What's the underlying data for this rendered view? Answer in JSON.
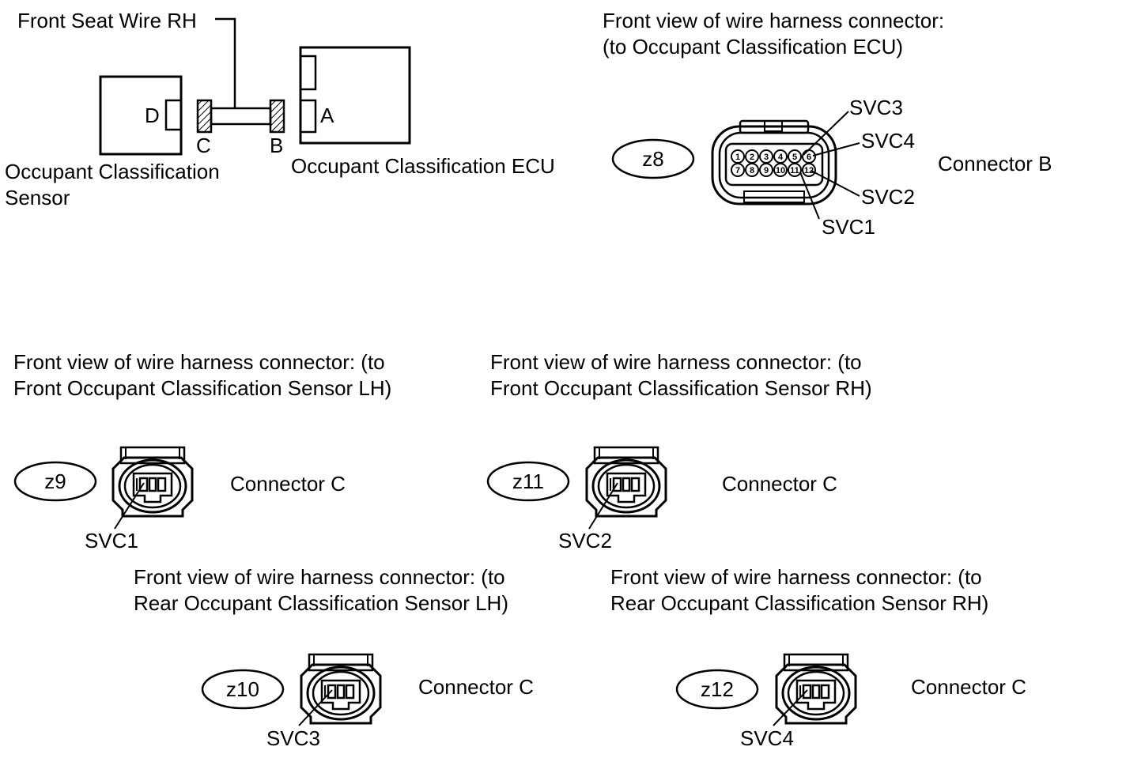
{
  "wiring": {
    "wire_label": "Front Seat Wire RH",
    "sensor_label_1": "Occupant Classification",
    "sensor_label_2": "Sensor",
    "ecu_label": "Occupant Classification ECU",
    "conn_letters": {
      "a": "A",
      "b": "B",
      "c": "C",
      "d": "D"
    }
  },
  "ecu_connector": {
    "heading_1": "Front view of wire harness connector:",
    "heading_2": "(to Occupant Classification ECU)",
    "code": "z8",
    "name": "Connector B",
    "pins_top": [
      "1",
      "2",
      "3",
      "4",
      "5",
      "6"
    ],
    "pins_bottom": [
      "7",
      "8",
      "9",
      "10",
      "11",
      "12"
    ],
    "callouts": {
      "svc3": "SVC3",
      "svc4": "SVC4",
      "svc2": "SVC2",
      "svc1": "SVC1"
    }
  },
  "sensor_connectors": [
    {
      "heading_1": "Front view of wire harness connector: (to",
      "heading_2": "Front Occupant Classification Sensor LH)",
      "code": "z9",
      "name": "Connector C",
      "pin_label": "SVC1"
    },
    {
      "heading_1": "Front view of wire harness connector: (to",
      "heading_2": "Front Occupant Classification Sensor RH)",
      "code": "z11",
      "name": "Connector C",
      "pin_label": "SVC2"
    },
    {
      "heading_1": "Front view of wire harness connector: (to",
      "heading_2": "Rear Occupant Classification Sensor LH)",
      "code": "z10",
      "name": "Connector C",
      "pin_label": "SVC3"
    },
    {
      "heading_1": "Front view of wire harness connector: (to",
      "heading_2": "Rear Occupant Classification Sensor RH)",
      "code": "z12",
      "name": "Connector C",
      "pin_label": "SVC4"
    }
  ],
  "colors": {
    "line": "#000000",
    "background": "#ffffff"
  }
}
